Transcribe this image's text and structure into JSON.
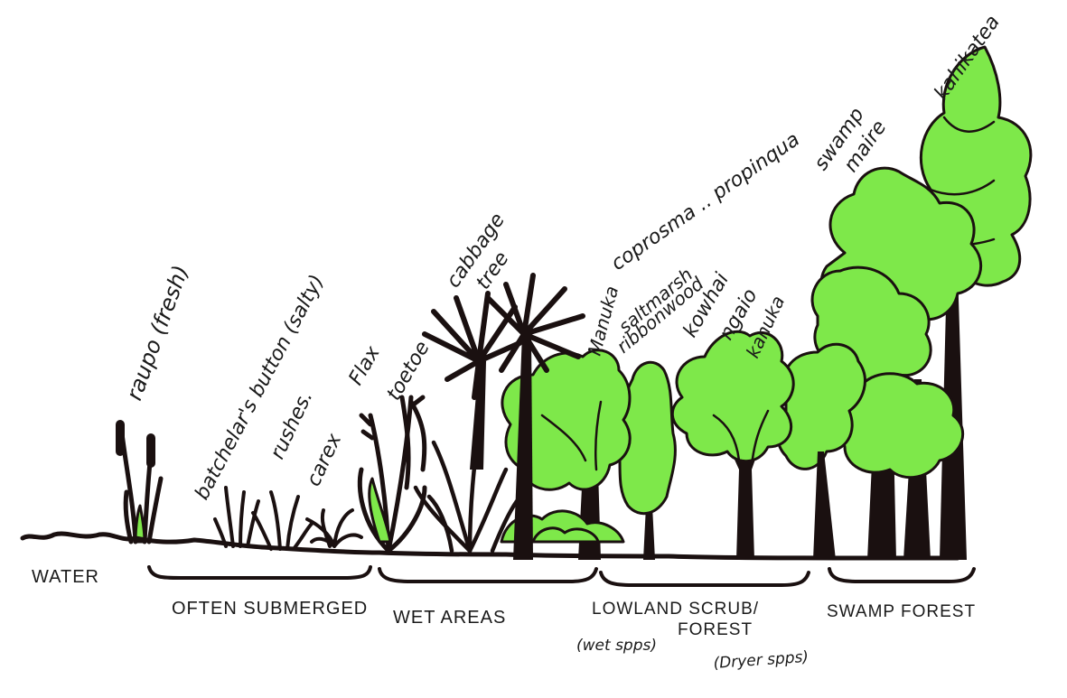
{
  "colors": {
    "foliage": "#7ee84a",
    "ink": "#1a1010",
    "paper": "#ffffff"
  },
  "species": {
    "raupo": "raupo (fresh)",
    "batchelors_button": "batchelar's button (salty)",
    "rushes": "rushes.",
    "carex": "carex",
    "flax": "Flax",
    "toetoe": "toetoe",
    "cabbage_tree_1": "cabbage",
    "cabbage_tree_2": "tree",
    "manuka": "Manuka",
    "coprosma": "coprosma .. propinqua",
    "saltmarsh_1": "saltmarsh",
    "saltmarsh_2": "ribbonwood",
    "kowhai": "kowhai",
    "ngaio": "ngaio",
    "kanuka": "kanuka",
    "swamp_maire_1": "swamp",
    "swamp_maire_2": "maire",
    "kahikatea": "kahikatea"
  },
  "zones": {
    "water": "WATER",
    "often_submerged": "OFTEN SUBMERGED",
    "wet_areas": "WET AREAS",
    "lowland_1": "LOWLAND SCRUB/",
    "lowland_2": "FOREST",
    "wet_spps": "(wet spps)",
    "dryer_spps": "(Dryer spps)",
    "swamp_forest": "SWAMP FOREST"
  }
}
